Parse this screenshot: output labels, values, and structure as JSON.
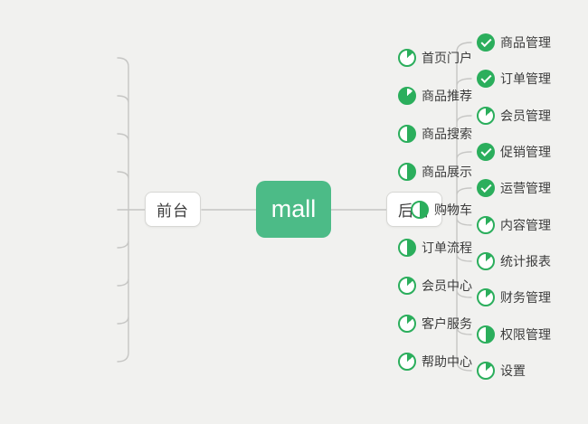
{
  "root": {
    "label": "mall"
  },
  "branches": [
    {
      "label": "前台",
      "side": "left",
      "items": [
        {
          "label": "首页门户",
          "progress": "12.5%"
        },
        {
          "label": "商品推荐",
          "progress": "87.5%"
        },
        {
          "label": "商品搜索",
          "progress": "50%"
        },
        {
          "label": "商品展示",
          "progress": "50%"
        },
        {
          "label": "购物车",
          "progress": "50%"
        },
        {
          "label": "订单流程",
          "progress": "50%"
        },
        {
          "label": "会员中心",
          "progress": "12.5%"
        },
        {
          "label": "客户服务",
          "progress": "12.5%"
        },
        {
          "label": "帮助中心",
          "progress": "12.5%"
        }
      ]
    },
    {
      "label": "后台",
      "side": "right",
      "items": [
        {
          "label": "商品管理",
          "progress": "done"
        },
        {
          "label": "订单管理",
          "progress": "done"
        },
        {
          "label": "会员管理",
          "progress": "12.5%"
        },
        {
          "label": "促销管理",
          "progress": "done"
        },
        {
          "label": "运营管理",
          "progress": "done"
        },
        {
          "label": "内容管理",
          "progress": "12.5%"
        },
        {
          "label": "统计报表",
          "progress": "12.5%"
        },
        {
          "label": "财务管理",
          "progress": "12.5%"
        },
        {
          "label": "权限管理",
          "progress": "50%"
        },
        {
          "label": "设置",
          "progress": "12.5%"
        }
      ]
    }
  ],
  "colors": {
    "background": "#f1f1ef",
    "root_green": "#4CBB87",
    "icon_green": "#2BAE5C",
    "line": "#c6c6c4",
    "node_border": "#d7d7d4",
    "label_text": "#3d3d3d"
  }
}
